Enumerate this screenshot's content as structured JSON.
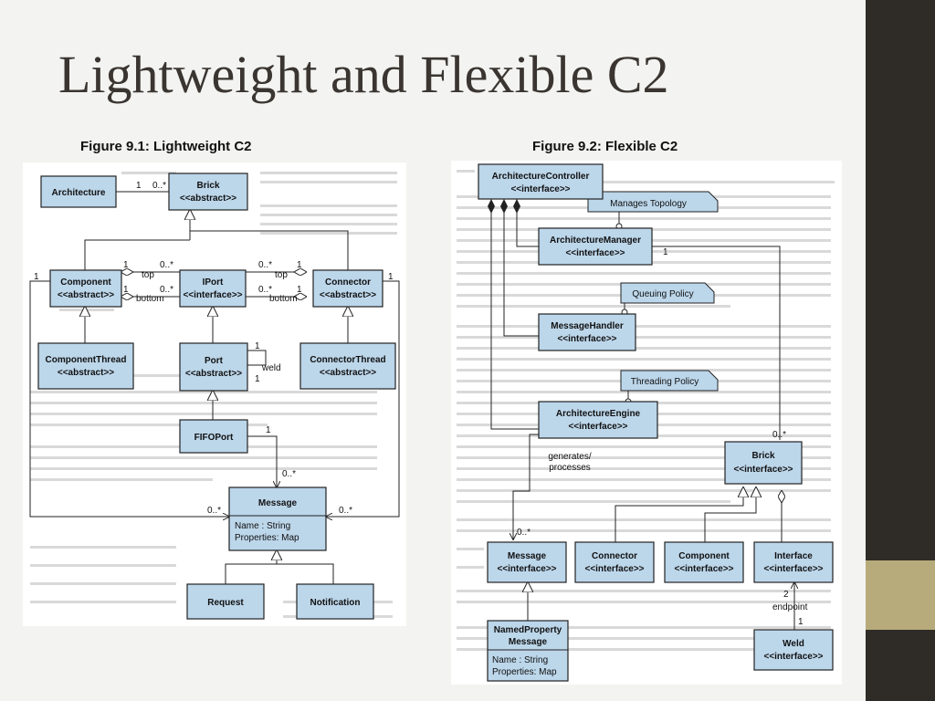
{
  "slide": {
    "title": "Lightweight and Flexible C2",
    "figure1_caption": "Figure 9.1: Lightweight C2",
    "figure2_caption": "Figure 9.2: Flexible C2"
  },
  "fig1": {
    "architecture": "Architecture",
    "brick": "Brick",
    "abstract": "<<abstract>>",
    "interface": "<<interface>>",
    "component": "Component",
    "iport": "IPort",
    "connector": "Connector",
    "component_thread": "ComponentThread",
    "port": "Port",
    "connector_thread": "ConnectorThread",
    "fifoport": "FIFOPort",
    "message": "Message",
    "message_attr1": "Name : String",
    "message_attr2": "Properties: Map",
    "request": "Request",
    "notification": "Notification",
    "top": "top",
    "bottom": "bottom",
    "weld": "weld",
    "one": "1",
    "zero_many": "0..*"
  },
  "fig2": {
    "architecture_controller": "ArchitectureController",
    "interface": "<<interface>>",
    "manages_topology": "Manages Topology",
    "architecture_manager": "ArchitectureManager",
    "queuing_policy": "Queuing Policy",
    "message_handler": "MessageHandler",
    "threading_policy": "Threading Policy",
    "architecture_engine": "ArchitectureEngine",
    "brick": "Brick",
    "generates": "generates/",
    "processes": "processes",
    "message": "Message",
    "connector": "Connector",
    "component": "Component",
    "interface_box": "Interface",
    "named_property_1": "NamedProperty",
    "named_property_2": "Message",
    "named_attr1": "Name : String",
    "named_attr2": "Properties: Map",
    "endpoint": "endpoint",
    "weld": "Weld",
    "one": "1",
    "two": "2",
    "zero_many": "0..*"
  }
}
